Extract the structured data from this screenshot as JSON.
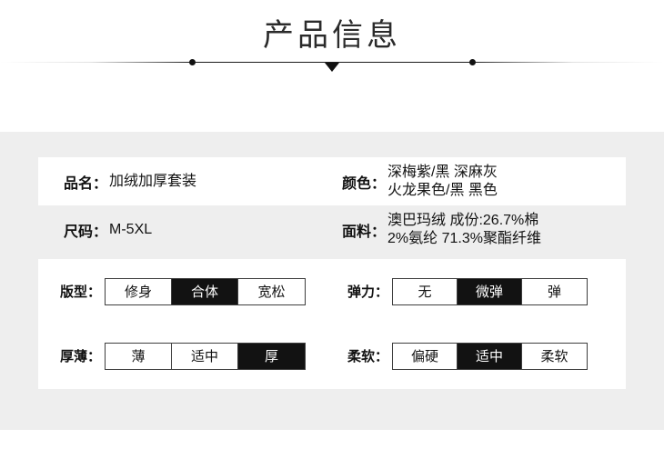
{
  "header": {
    "title": "产品信息",
    "divider": {
      "left_dot": "dot",
      "right_dot": "dot",
      "center_marker": "triangle-down"
    }
  },
  "info": {
    "rows": [
      {
        "left": {
          "label": "品名：",
          "value": "加绒加厚套装"
        },
        "right": {
          "label": "颜色：",
          "value": "深梅紫/黑 深麻灰\n火龙果色/黑 黑色"
        }
      },
      {
        "left": {
          "label": "尺码：",
          "value": "M-5XL"
        },
        "right": {
          "label": "面料：",
          "value": "澳巴玛绒 成份:26.7%棉\n2%氨纶 71.3%聚酯纤维"
        }
      }
    ]
  },
  "attributes": {
    "rows": [
      {
        "left": {
          "label": "版型：",
          "options": [
            "修身",
            "合体",
            "宽松"
          ],
          "selected": "合体",
          "selected_index": 1
        },
        "right": {
          "label": "弹力：",
          "options": [
            "无",
            "微弹",
            "弹"
          ],
          "selected": "微弹",
          "selected_index": 1
        }
      },
      {
        "left": {
          "label": "厚薄：",
          "options": [
            "薄",
            "适中",
            "厚"
          ],
          "selected": "厚",
          "selected_index": 2
        },
        "right": {
          "label": "柔软：",
          "options": [
            "偏硬",
            "适中",
            "柔软"
          ],
          "selected": "适中",
          "selected_index": 1
        }
      }
    ]
  },
  "colors": {
    "page_background": "#ffffff",
    "stage_background": "#eeeeee",
    "panel_background": "#ffffff",
    "text": "#121212",
    "selected_background": "#121212",
    "selected_text": "#ffffff",
    "border": "#3d3d3d"
  }
}
